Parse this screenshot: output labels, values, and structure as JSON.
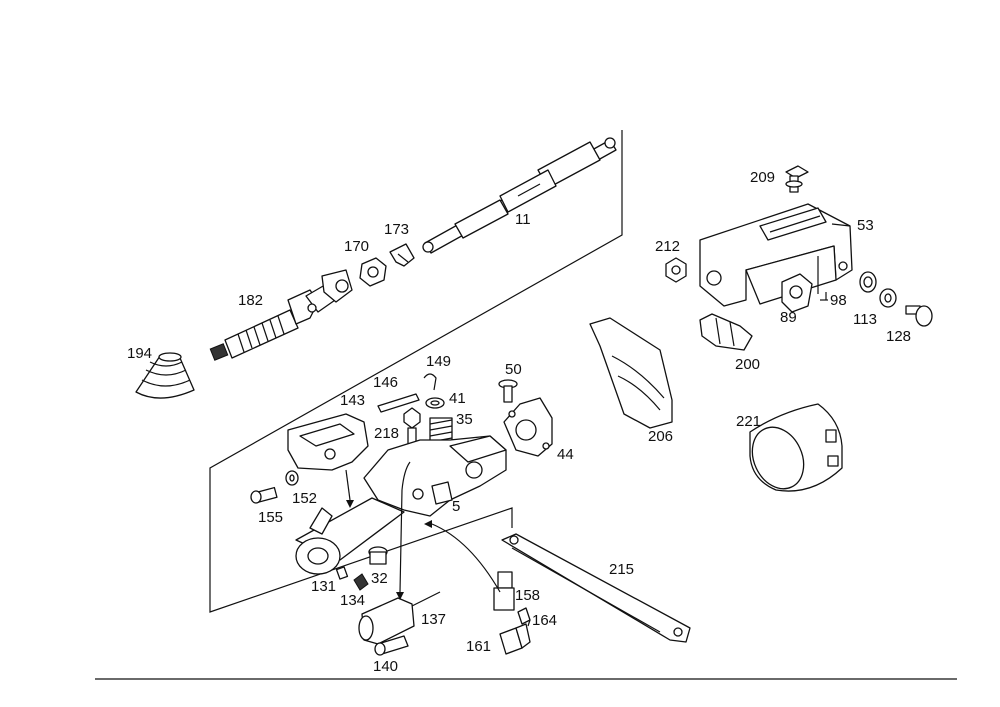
{
  "labels": [
    {
      "id": "11",
      "text": "11"
    },
    {
      "id": "173",
      "text": "173"
    },
    {
      "id": "170",
      "text": "170"
    },
    {
      "id": "182",
      "text": "182"
    },
    {
      "id": "194",
      "text": "194"
    },
    {
      "id": "209",
      "text": "209"
    },
    {
      "id": "53",
      "text": "53"
    },
    {
      "id": "212",
      "text": "212"
    },
    {
      "id": "98",
      "text": "98"
    },
    {
      "id": "113",
      "text": "113"
    },
    {
      "id": "89",
      "text": "89"
    },
    {
      "id": "128",
      "text": "128"
    },
    {
      "id": "200",
      "text": "200"
    },
    {
      "id": "149",
      "text": "149"
    },
    {
      "id": "146",
      "text": "146"
    },
    {
      "id": "50",
      "text": "50"
    },
    {
      "id": "41",
      "text": "41"
    },
    {
      "id": "143",
      "text": "143"
    },
    {
      "id": "35",
      "text": "35"
    },
    {
      "id": "218",
      "text": "218"
    },
    {
      "id": "44",
      "text": "44"
    },
    {
      "id": "206",
      "text": "206"
    },
    {
      "id": "221",
      "text": "221"
    },
    {
      "id": "152",
      "text": "152"
    },
    {
      "id": "155",
      "text": "155"
    },
    {
      "id": "5",
      "text": "5"
    },
    {
      "id": "215",
      "text": "215"
    },
    {
      "id": "131",
      "text": "131"
    },
    {
      "id": "32",
      "text": "32"
    },
    {
      "id": "134",
      "text": "134"
    },
    {
      "id": "137",
      "text": "137"
    },
    {
      "id": "158",
      "text": "158"
    },
    {
      "id": "164",
      "text": "164"
    },
    {
      "id": "161",
      "text": "161"
    },
    {
      "id": "140",
      "text": "140"
    }
  ]
}
